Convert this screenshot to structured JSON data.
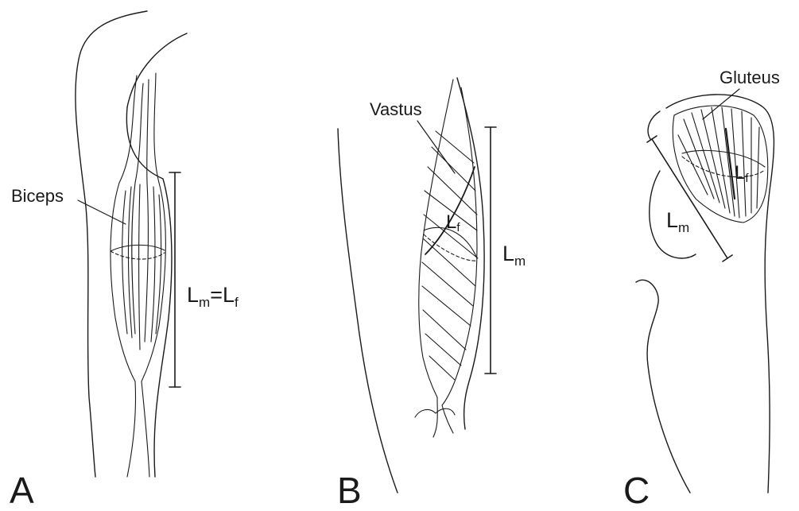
{
  "panels": [
    {
      "letter": "A",
      "muscle_label": "Biceps",
      "measure": {
        "m_base": "L",
        "m_sub": "m",
        "eq": "=",
        "f_base": "L",
        "f_sub": "f"
      }
    },
    {
      "letter": "B",
      "muscle_label": "Vastus",
      "measure_f": {
        "base": "L",
        "sub": "f"
      },
      "measure_m": {
        "base": "L",
        "sub": "m"
      }
    },
    {
      "letter": "C",
      "muscle_label": "Gluteus",
      "measure_f": {
        "base": "L",
        "sub": "f"
      },
      "measure_m": {
        "base": "L",
        "sub": "m"
      }
    }
  ],
  "colors": {
    "ink": "#1a1a1a",
    "background": "#ffffff"
  }
}
